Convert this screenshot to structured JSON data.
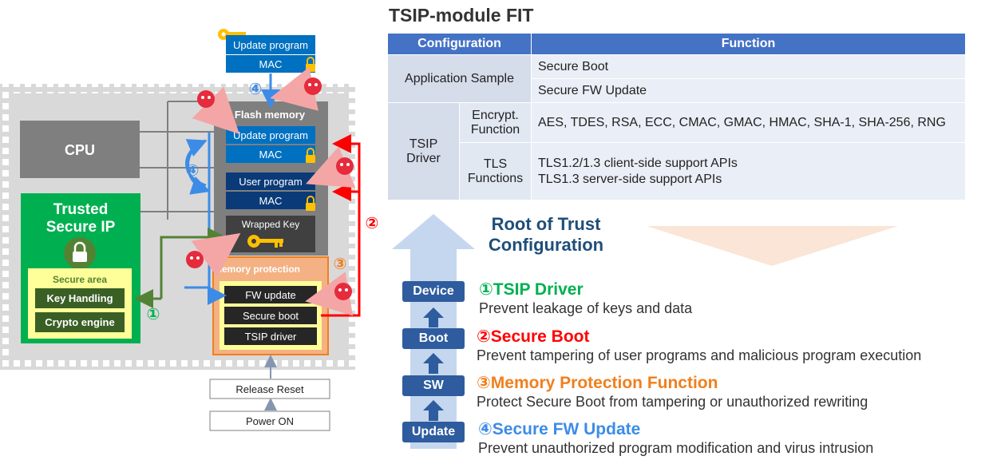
{
  "title": "TSIP-module FIT",
  "table": {
    "headers": [
      "Configuration",
      "Function"
    ],
    "app_sample": {
      "config": "Application Sample",
      "rows": [
        "Secure Boot",
        "Secure FW Update"
      ]
    },
    "driver": {
      "config": "TSIP Driver",
      "rows": [
        {
          "sub": "Encrypt. Function",
          "func": "AES, TDES, RSA, ECC, CMAC, GMAC, HMAC, SHA-1, SHA-256, RNG"
        },
        {
          "sub": "TLS Functions",
          "func_lines": [
            "TLS1.2/1.3 client-side support APIs",
            "TLS1.3 server-side support APIs"
          ]
        }
      ]
    }
  },
  "root_of_trust": "Root of Trust Configuration",
  "layers": [
    "Device",
    "Boot",
    "SW",
    "Update"
  ],
  "features": [
    {
      "title": "①TSIP Driver",
      "desc": "Prevent leakage of keys and data",
      "color": "#00b050"
    },
    {
      "title": "②Secure Boot",
      "desc": "Prevent tampering of user programs and malicious program execution",
      "color": "#ff0000"
    },
    {
      "title": "③Memory Protection Function",
      "desc": "Protect Secure Boot from tampering or unauthorized rewriting",
      "color": "#f07f1e"
    },
    {
      "title": "④Secure FW Update",
      "desc": "Prevent unauthorized program modification and virus intrusion",
      "color": "#3c8ce7"
    }
  ],
  "diagram": {
    "top_update_program": "Update program",
    "top_mac": "MAC",
    "cpu": "CPU",
    "trusted_ip": [
      "Trusted",
      "Secure IP"
    ],
    "secure_area": "Secure area",
    "key_handling": "Key Handling",
    "crypto_engine": "Crypto engine",
    "flash_memory": "Flash memory",
    "update_program": "Update program",
    "mac1": "MAC",
    "user_program": "User program",
    "mac2": "MAC",
    "wrapped_key": "Wrapped Key",
    "memory_protection": "Memory protection",
    "fw_update": "FW update",
    "secure_boot": "Secure boot",
    "tsip_driver": "TSIP driver",
    "release_reset": "Release Reset",
    "power_on": "Power ON",
    "label_1": "①",
    "label_2": "②",
    "label_3": "③",
    "label_4a": "④",
    "label_4b": "④",
    "colors": {
      "green": "#00b050",
      "red": "#ff0000",
      "orange": "#f07f1e",
      "blue": "#3c8ce7",
      "navy": "#1f4e79"
    }
  }
}
